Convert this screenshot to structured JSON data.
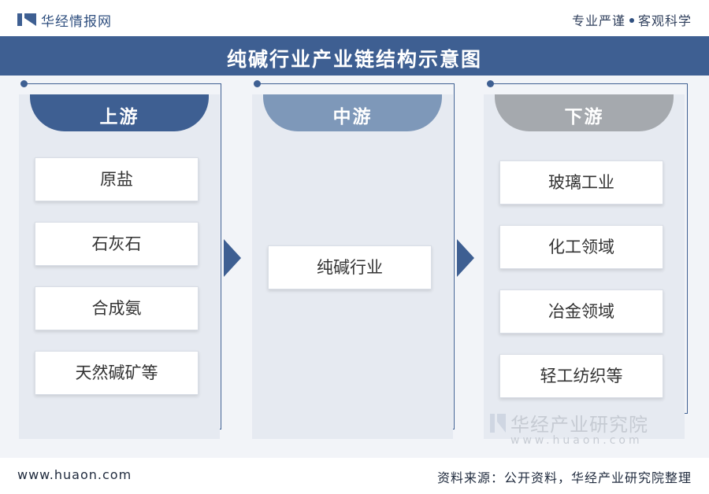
{
  "header": {
    "brand": "华经情报网",
    "slogan_left": "专业严谨",
    "slogan_right": "客观科学"
  },
  "title": "纯碱行业产业链结构示意图",
  "columns": [
    {
      "heading": "上游",
      "items": [
        "原盐",
        "石灰石",
        "合成氨",
        "天然碱矿等"
      ]
    },
    {
      "heading": "中游",
      "items": [
        "纯碱行业"
      ]
    },
    {
      "heading": "下游",
      "items": [
        "玻璃工业",
        "化工领域",
        "冶金领域",
        "轻工纺织等"
      ]
    }
  ],
  "watermark": {
    "name": "华经产业研究院",
    "url": "www.huaon.com"
  },
  "footer": {
    "site": "www.huaon.com",
    "source": "资料来源：公开资料，华经产业研究院整理"
  },
  "colors": {
    "primary": "#3e5f92",
    "mid": "#7e98b9",
    "down": "#a5a9ae"
  }
}
